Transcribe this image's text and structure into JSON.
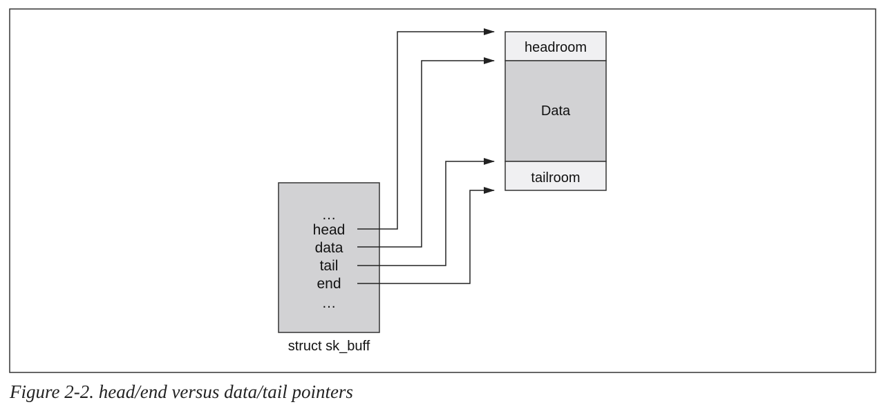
{
  "diagram": {
    "struct": {
      "fields": [
        "…",
        "head",
        "data",
        "tail",
        "end",
        "…"
      ],
      "label": "struct sk_buff"
    },
    "buffer": {
      "segments": [
        "headroom",
        "Data",
        "tailroom"
      ]
    },
    "colors": {
      "struct_fill": "#d2d2d4",
      "data_fill": "#d2d2d4",
      "room_fill": "#f0f0f2",
      "line": "#222222",
      "border": "#333333"
    }
  },
  "caption": "Figure 2-2. head/end versus data/tail pointers"
}
